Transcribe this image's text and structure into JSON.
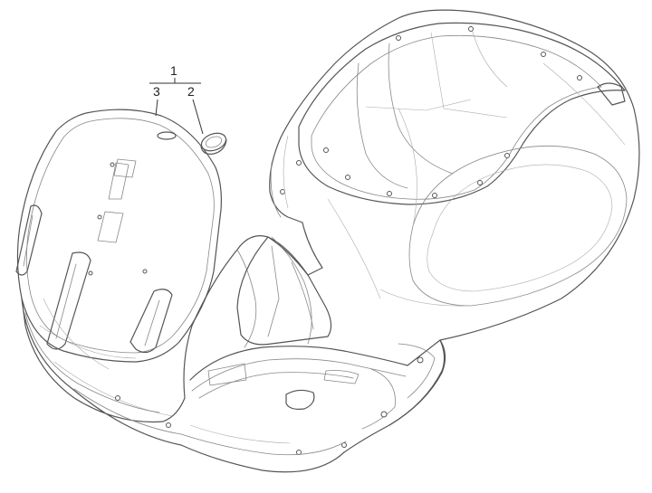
{
  "callouts": [
    {
      "id": "1",
      "label": "1"
    },
    {
      "id": "2",
      "label": "2"
    },
    {
      "id": "3",
      "label": "3"
    }
  ],
  "colors": {
    "line": "#555555",
    "background": "#ffffff",
    "label": "#222222"
  }
}
